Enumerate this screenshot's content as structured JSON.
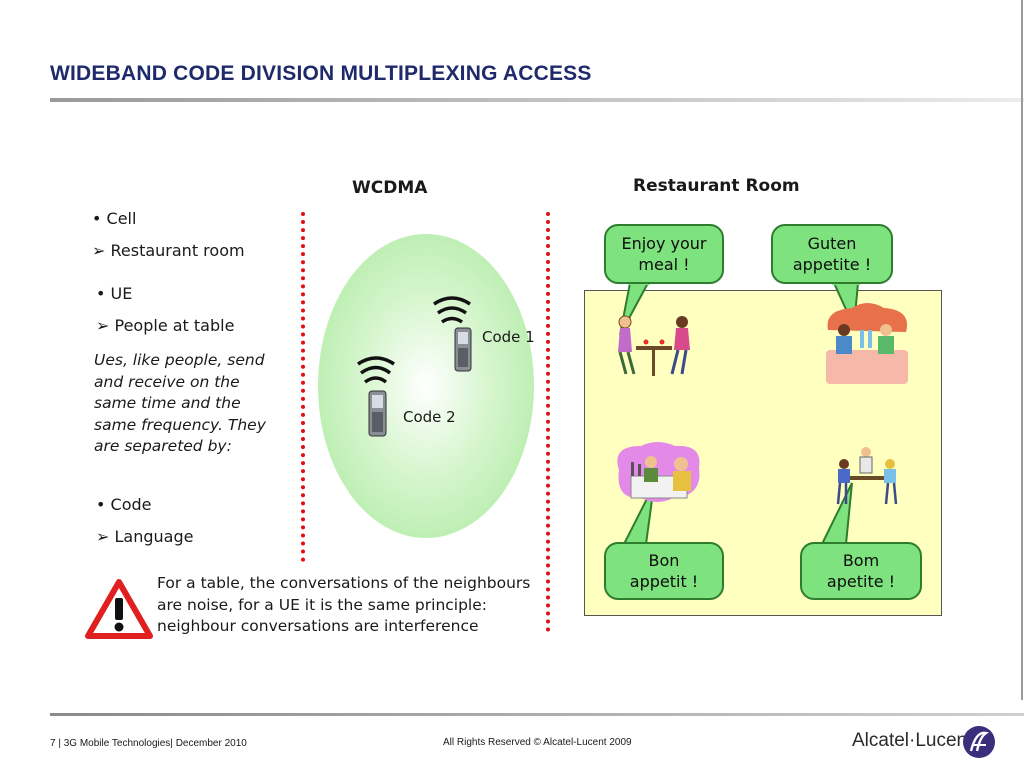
{
  "slide": {
    "title": "WIDEBAND CODE DIVISION MULTIPLEXING ACCESS"
  },
  "left_panel": {
    "bullets": [
      {
        "marker": "•",
        "text": "Cell"
      },
      {
        "marker": "➢",
        "text": "Restaurant room"
      },
      {
        "marker": "•",
        "text": "UE"
      },
      {
        "marker": "➢",
        "text": "People at table"
      }
    ],
    "paragraph": [
      "Ues, like people, send",
      "and receive on the",
      "same time and the",
      "same frequency. They",
      "are separeted by:"
    ],
    "bullets2": [
      {
        "marker": "•",
        "text": "Code"
      },
      {
        "marker": "➢",
        "text": "Language"
      }
    ],
    "warning_icon": "warning-triangle-icon",
    "warning_lines": [
      "For a table, the conversations of the neighbours",
      "are noise, for a UE it is the same principle:",
      "neighbour conversations are interference"
    ]
  },
  "wcdma": {
    "header": "WCDMA",
    "code1": "Code 1",
    "code2": "Code 2"
  },
  "restaurant": {
    "header": "Restaurant Room",
    "bubbles": {
      "top_left": [
        "Enjoy your",
        "meal !"
      ],
      "top_right": [
        "Guten",
        "appetite !"
      ],
      "bottom_left": [
        "Bon",
        "appetit !"
      ],
      "bottom_right": [
        "Bom",
        "apetite !"
      ]
    }
  },
  "footer": {
    "page": "7",
    "course": "3G Mobile Technologies",
    "date": "December 2010",
    "rights": "All Rights Reserved © Alcatel-Lucent 2009",
    "brand": "Alcatel·Lucent"
  },
  "colors": {
    "title": "#1f2a6b",
    "divider_red": "#e01010",
    "bubble_green": "#7ee27e",
    "room_yellow": "#ffffc0",
    "warning_red": "#e02020"
  }
}
